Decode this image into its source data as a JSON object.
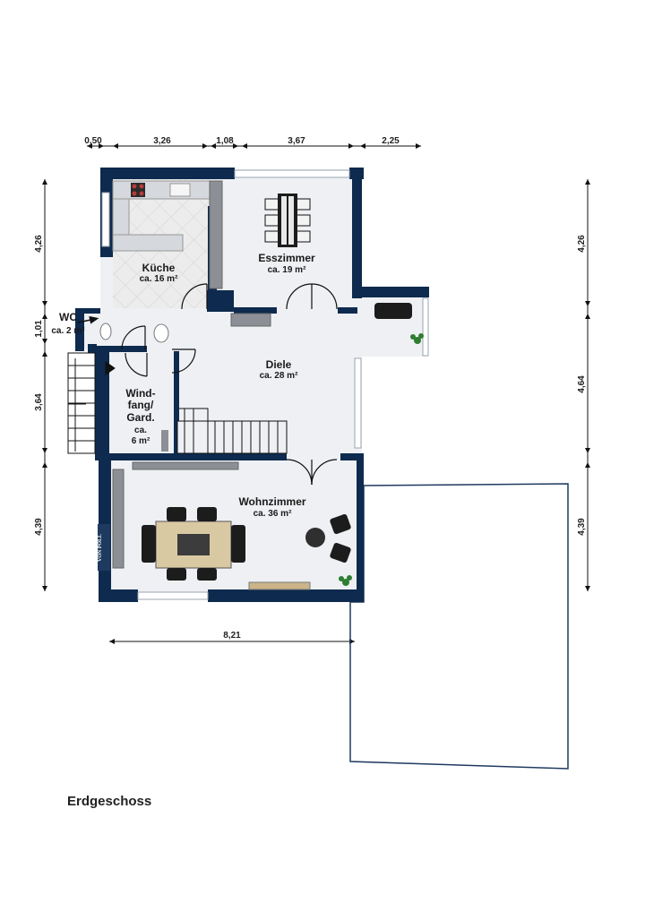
{
  "title": "Erdgeschoss",
  "logo": "VON POLL",
  "dimensions": {
    "top": [
      "0,50",
      "3,26",
      "1,08",
      "3,67",
      "2,25"
    ],
    "left": [
      "4,26",
      "1,01",
      "3,64",
      "4,39"
    ],
    "right": [
      "4,26",
      "4,64",
      "4,39"
    ],
    "bottom": [
      "8,21"
    ]
  },
  "rooms": {
    "kueche": {
      "name": "Küche",
      "area": "ca. 16 m²"
    },
    "esszimmer": {
      "name": "Esszimmer",
      "area": "ca. 19 m²"
    },
    "wc": {
      "name": "WC",
      "area": "ca. 2 m²"
    },
    "diele": {
      "name": "Diele",
      "area": "ca. 28 m²"
    },
    "windfang_1": {
      "name": "Wind-"
    },
    "windfang_2": {
      "name": "fang/"
    },
    "windfang_3": {
      "name": "Gard."
    },
    "windfang_ca": {
      "name": "ca."
    },
    "windfang_area": {
      "area": "6 m²"
    },
    "wohnzimmer": {
      "name": "Wohnzimmer",
      "area": "ca. 36 m²"
    }
  },
  "colors": {
    "wall": "#0e2a4e",
    "floor": "#eef0f3",
    "tile": "#e6e6e6",
    "wood": "#d9c9a3"
  }
}
